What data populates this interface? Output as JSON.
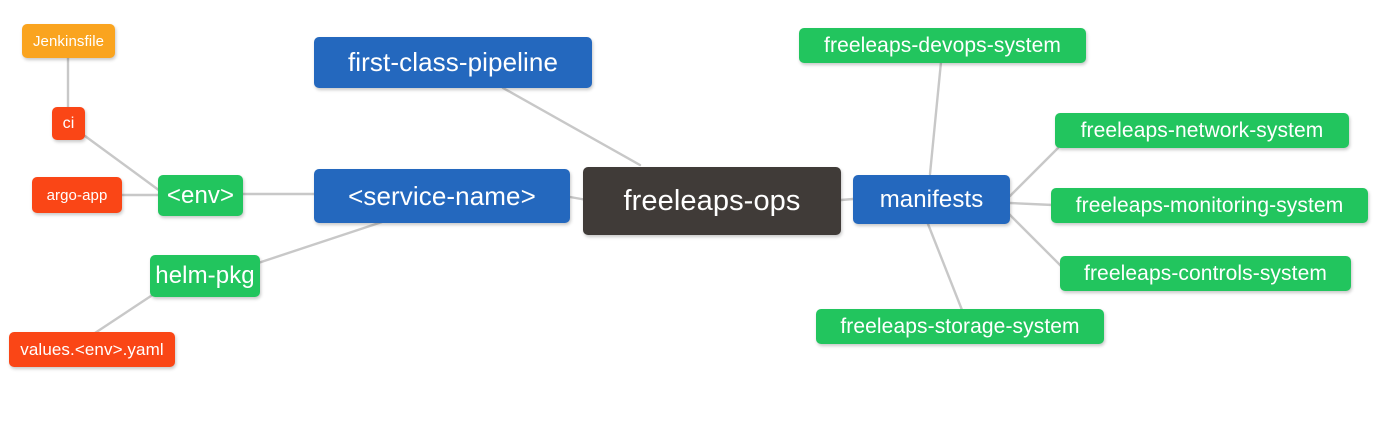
{
  "diagram": {
    "type": "mind-map",
    "background": "#ffffff",
    "edge_color": "#c8c8c8",
    "palette": {
      "root": "#403B38",
      "blue": "#2468BE",
      "green": "#22C55E",
      "orange": "#FAA41F",
      "red": "#FA4616",
      "text": "#ffffff"
    },
    "nodes": [
      {
        "id": "jenkinsfile",
        "label": "Jenkinsfile",
        "color": "orange"
      },
      {
        "id": "ci",
        "label": "ci",
        "color": "red"
      },
      {
        "id": "argo-app",
        "label": "argo-app",
        "color": "red"
      },
      {
        "id": "env",
        "label": "<env>",
        "color": "green"
      },
      {
        "id": "helm-pkg",
        "label": "helm-pkg",
        "color": "green"
      },
      {
        "id": "values-yaml",
        "label": "values.<env>.yaml",
        "color": "red"
      },
      {
        "id": "pipeline",
        "label": "first-class-pipeline",
        "color": "blue"
      },
      {
        "id": "service-name",
        "label": "<service-name>",
        "color": "blue"
      },
      {
        "id": "root",
        "label": "freeleaps-ops",
        "color": "root"
      },
      {
        "id": "manifests",
        "label": "manifests",
        "color": "blue"
      },
      {
        "id": "devops",
        "label": "freeleaps-devops-system",
        "color": "green"
      },
      {
        "id": "network",
        "label": "freeleaps-network-system",
        "color": "green"
      },
      {
        "id": "monitoring",
        "label": "freeleaps-monitoring-system",
        "color": "green"
      },
      {
        "id": "controls",
        "label": "freeleaps-controls-system",
        "color": "green"
      },
      {
        "id": "storage",
        "label": "freeleaps-storage-system",
        "color": "green"
      }
    ],
    "edges": [
      {
        "from": "jenkinsfile",
        "to": "ci"
      },
      {
        "from": "ci",
        "to": "env"
      },
      {
        "from": "argo-app",
        "to": "env"
      },
      {
        "from": "env",
        "to": "service-name"
      },
      {
        "from": "values-yaml",
        "to": "helm-pkg"
      },
      {
        "from": "helm-pkg",
        "to": "service-name"
      },
      {
        "from": "pipeline",
        "to": "root"
      },
      {
        "from": "service-name",
        "to": "root"
      },
      {
        "from": "root",
        "to": "manifests"
      },
      {
        "from": "manifests",
        "to": "devops"
      },
      {
        "from": "manifests",
        "to": "network"
      },
      {
        "from": "manifests",
        "to": "monitoring"
      },
      {
        "from": "manifests",
        "to": "controls"
      },
      {
        "from": "manifests",
        "to": "storage"
      }
    ]
  }
}
